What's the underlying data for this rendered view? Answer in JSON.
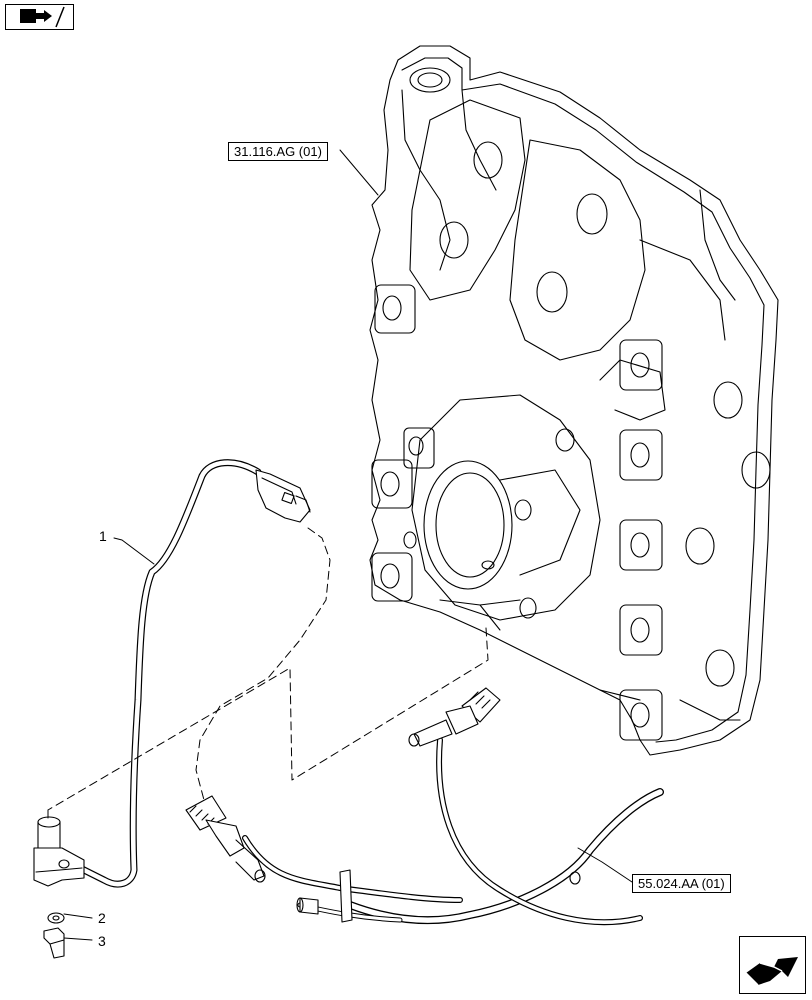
{
  "header": {
    "icon": "book-arrow-icon"
  },
  "references": {
    "upper": "31.116.AG (01)",
    "lower": "55.024.AA (01)"
  },
  "callouts": [
    "1",
    "2",
    "3"
  ],
  "footer": {
    "icon": "next-page-arrow-icon"
  }
}
